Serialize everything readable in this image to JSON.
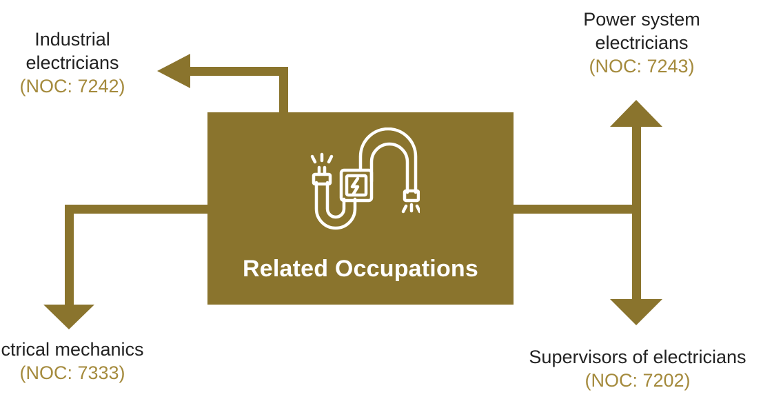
{
  "center": {
    "title": "Related Occupations",
    "icon": "electrical-cable-icon"
  },
  "occupations": [
    {
      "id": "industrial",
      "lines": [
        "Industrial",
        "electricians"
      ],
      "noc": "(NOC: 7242)"
    },
    {
      "id": "power",
      "lines": [
        "Power system",
        "electricians"
      ],
      "noc": "(NOC: 7243)"
    },
    {
      "id": "mechanics",
      "lines": [
        "ctrical mechanics"
      ],
      "noc": "(NOC: 7333)"
    },
    {
      "id": "supervisors",
      "lines": [
        "Supervisors of electricians"
      ],
      "noc": "(NOC: 7202)"
    }
  ],
  "colors": {
    "accent": "#8a742d",
    "noc_text": "#a48a3c",
    "label_text": "#222222",
    "title_text": "#ffffff"
  }
}
